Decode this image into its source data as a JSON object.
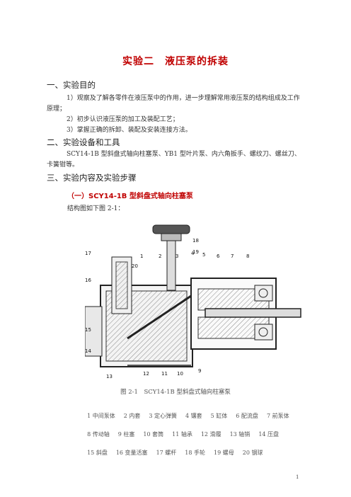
{
  "title": "实验二　液压泵的拆装",
  "sections": [
    {
      "heading": "一、实验目的",
      "paragraphs": [
        "1）观察及了解各零件在液压泵中的作用，进一步理解常用液压泵的结构组成及工作原理；",
        "2）初步认识液压泵的加工及装配工艺；",
        "3）掌握正确的拆卸、装配及安装连接方法。"
      ]
    },
    {
      "heading": "二、实验设备和工具",
      "paragraphs": [
        "SCY14-1B 型斜盘式轴向柱塞泵、YB1 型叶片泵、内六角扳手、螺纹刀、螺丝刀、卡簧钳等。"
      ]
    },
    {
      "heading": "三、实验内容及实验步骤",
      "paragraphs": []
    }
  ],
  "subsection": {
    "title": "（一）SCY14-1B 型斜盘式轴向柱塞泵",
    "intro": "结构图如下图 2-1："
  },
  "figure": {
    "caption": "图 2-1　SCY14-1B 型斜盘式轴向柱塞泵",
    "callouts": [
      "1",
      "2",
      "3",
      "4",
      "5",
      "6",
      "7",
      "8",
      "9",
      "10",
      "11",
      "12",
      "13",
      "14",
      "15",
      "16",
      "17",
      "18",
      "19",
      "20"
    ],
    "legend_rows": [
      [
        "1 中间泵体",
        "2 内套",
        "3 定心弹簧",
        "4 镶套",
        "5 缸体",
        "6 配流盘",
        "7 前泵体"
      ],
      [
        "8 传动轴",
        "9 柱塞",
        "10 套筒",
        "11 轴承",
        "12 滑履",
        "13 轴销",
        "14 压盘"
      ],
      [
        "15 斜盘",
        "16 变量活塞",
        "17 螺杆",
        "18 手轮",
        "19 螺母",
        "20 钢球"
      ]
    ]
  },
  "page_number": "1"
}
